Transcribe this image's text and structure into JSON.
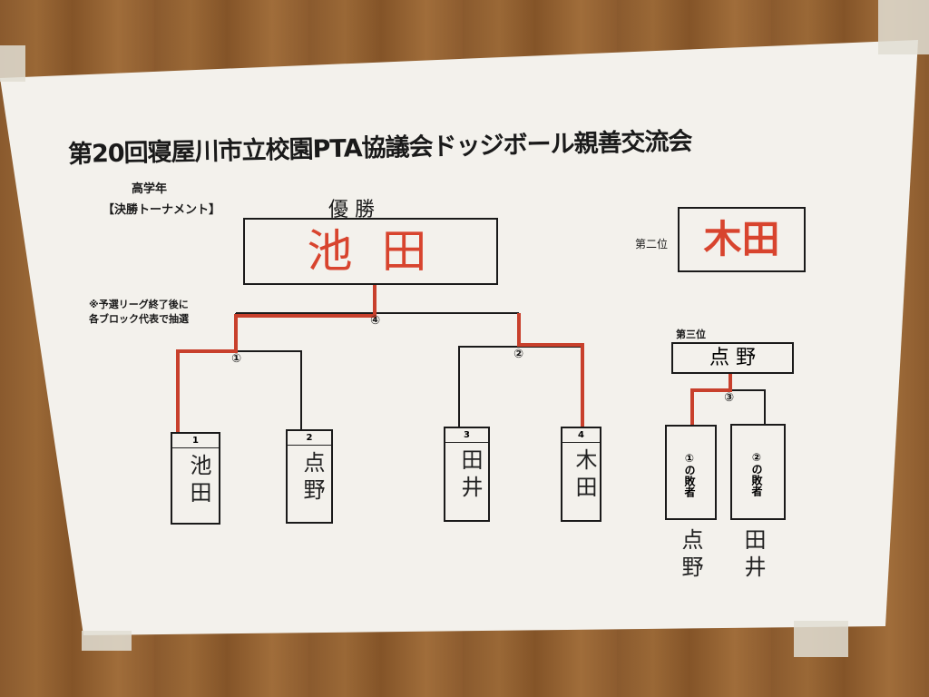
{
  "title": "第20回寝屋川市立校園PTA協議会ドッジボール親善交流会",
  "division": "高学年",
  "bracket_label": "【決勝トーナメント】",
  "champion": {
    "label": "優 勝",
    "name": "池 田"
  },
  "runner_up": {
    "label": "第二位",
    "name": "木田"
  },
  "third": {
    "label": "第三位",
    "name": "点 野"
  },
  "note": [
    "※予選リーグ終了後に",
    "各ブロック代表で抽選"
  ],
  "matches": {
    "m1": "①",
    "m2": "②",
    "m3": "③",
    "m4": "④"
  },
  "teams": [
    {
      "num": "1",
      "name": "池田"
    },
    {
      "num": "2",
      "name": "点野"
    },
    {
      "num": "3",
      "name": "田井"
    },
    {
      "num": "4",
      "name": "木田"
    }
  ],
  "third_slots": [
    {
      "label": "①の敗者",
      "written": "点野"
    },
    {
      "label": "②の敗者",
      "written": "田井"
    }
  ],
  "colors": {
    "winner_line": "#c8402c",
    "ink": "#1a1a1a"
  }
}
